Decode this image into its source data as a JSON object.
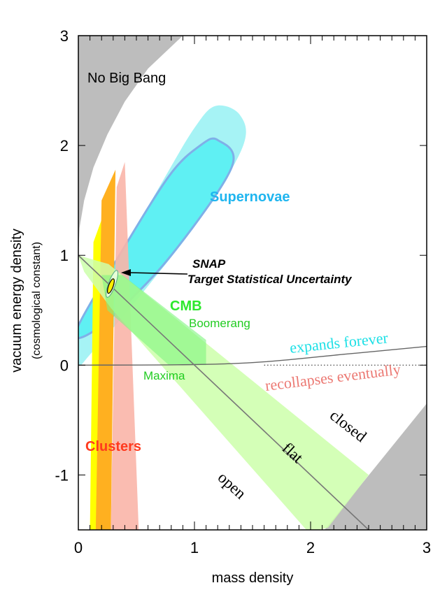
{
  "chart_data": {
    "type": "contour",
    "xlabel": "mass density",
    "ylabel": "vacuum energy density",
    "ylabel_sub": "(cosmological constant)",
    "xlim": [
      0,
      3
    ],
    "ylim": [
      -1.5,
      3
    ],
    "x_ticks": [
      0,
      1,
      2,
      3
    ],
    "y_ticks": [
      -1,
      0,
      1,
      2,
      3
    ],
    "annotations": {
      "no_big_bang": "No Big Bang",
      "supernovae": "Supernovae",
      "snap_line1": "SNAP",
      "snap_line2": "Target Statistical Uncertainty",
      "cmb": "CMB",
      "boomerang": "Boomerang",
      "maxima": "Maxima",
      "clusters": "Clusters",
      "expands_forever": "expands forever",
      "recollapses": "recollapses eventually",
      "closed": "closed",
      "flat": "flat",
      "open": "open"
    },
    "regions": {
      "no_big_bang_boundary": [
        [
          0,
          1
        ],
        [
          0.01,
          1.25
        ],
        [
          0.05,
          1.5
        ],
        [
          0.13,
          1.8
        ],
        [
          0.25,
          2.1
        ],
        [
          0.4,
          2.4
        ],
        [
          0.6,
          2.7
        ],
        [
          0.9,
          3.0
        ]
      ],
      "loiter_corner": [
        [
          2.12,
          -1.5
        ],
        [
          3.0,
          -0.35
        ],
        [
          3.0,
          -1.5
        ]
      ],
      "flat_line": [
        [
          0,
          1
        ],
        [
          2.5,
          -1.5
        ]
      ],
      "expansion_boundary": [
        [
          0,
          0
        ],
        [
          1,
          0.005
        ],
        [
          1.6,
          0.03
        ],
        [
          2.3,
          0.1
        ],
        [
          3,
          0.17
        ]
      ],
      "supernovae_95": [
        [
          0.0,
          0.01
        ],
        [
          0.0,
          0.33
        ],
        [
          0.35,
          0.98
        ],
        [
          0.74,
          1.7
        ],
        [
          1.0,
          2.16
        ],
        [
          1.18,
          2.36
        ],
        [
          1.39,
          2.28
        ],
        [
          1.42,
          2.0
        ],
        [
          1.08,
          1.38
        ],
        [
          0.6,
          0.72
        ],
        [
          0.12,
          0.12
        ]
      ],
      "supernovae_68": [
        [
          0.0,
          0.36
        ],
        [
          0.33,
          0.96
        ],
        [
          0.78,
          1.72
        ],
        [
          1.05,
          2.0
        ],
        [
          1.2,
          2.05
        ],
        [
          1.32,
          1.8
        ],
        [
          0.8,
          1.0
        ],
        [
          0.3,
          0.45
        ],
        [
          0.02,
          0.25
        ]
      ],
      "cmb_outer": [
        [
          0.0,
          1.0
        ],
        [
          0.26,
          0.92
        ],
        [
          2.5,
          -1.0
        ],
        [
          2.15,
          -1.48
        ],
        [
          1.98,
          -1.52
        ],
        [
          0.28,
          0.52
        ],
        [
          0.05,
          0.85
        ]
      ],
      "cmb_inner": [
        [
          0.2,
          0.82
        ],
        [
          0.38,
          0.82
        ],
        [
          1.1,
          0.23
        ],
        [
          1.1,
          0.0
        ],
        [
          0.78,
          0.0
        ],
        [
          0.25,
          0.5
        ]
      ],
      "clusters_bands": [
        {
          "name": "yellow",
          "color": "#ffff00",
          "pts": [
            [
              0.1,
              -1.5
            ],
            [
              0.13,
              1.12
            ],
            [
              0.26,
              1.5
            ],
            [
              0.24,
              -1.5
            ]
          ]
        },
        {
          "name": "orange",
          "color": "#ffb020",
          "pts": [
            [
              0.15,
              -1.5
            ],
            [
              0.2,
              1.5
            ],
            [
              0.32,
              1.78
            ],
            [
              0.28,
              -1.5
            ]
          ]
        },
        {
          "name": "pink",
          "color": "#f9b5a8",
          "pts": [
            [
              0.28,
              -1.5
            ],
            [
              0.33,
              1.62
            ],
            [
              0.4,
              1.85
            ],
            [
              0.52,
              -1.5
            ]
          ]
        }
      ],
      "snap_outer": {
        "cx": 0.29,
        "cy": 0.74,
        "rx": 0.03,
        "ry": 0.13,
        "rot": -20
      },
      "snap_inner": {
        "cx": 0.28,
        "cy": 0.72,
        "rx": 0.02,
        "ry": 0.07,
        "rot": -20
      }
    },
    "colors": {
      "no_big_bang": "#bdbdbd",
      "supernovae_95": "#a6f3f5",
      "supernovae_68": "#5ff0f3",
      "supernovae_68_edge": "#7fb0e8",
      "cmb_outer": "#ccffaa",
      "cmb_inner": "#7ff57f",
      "clusters_label": "#ff3b1f",
      "supernovae_label": "#1fb5ef",
      "cmb_label": "#2ee82e",
      "boomerang_label": "#22cc22",
      "maxima_label": "#22cc22",
      "expands_label": "#1ee0e6",
      "recollapses_label": "#ec7a74",
      "snap_fill": "#ffee00"
    }
  }
}
